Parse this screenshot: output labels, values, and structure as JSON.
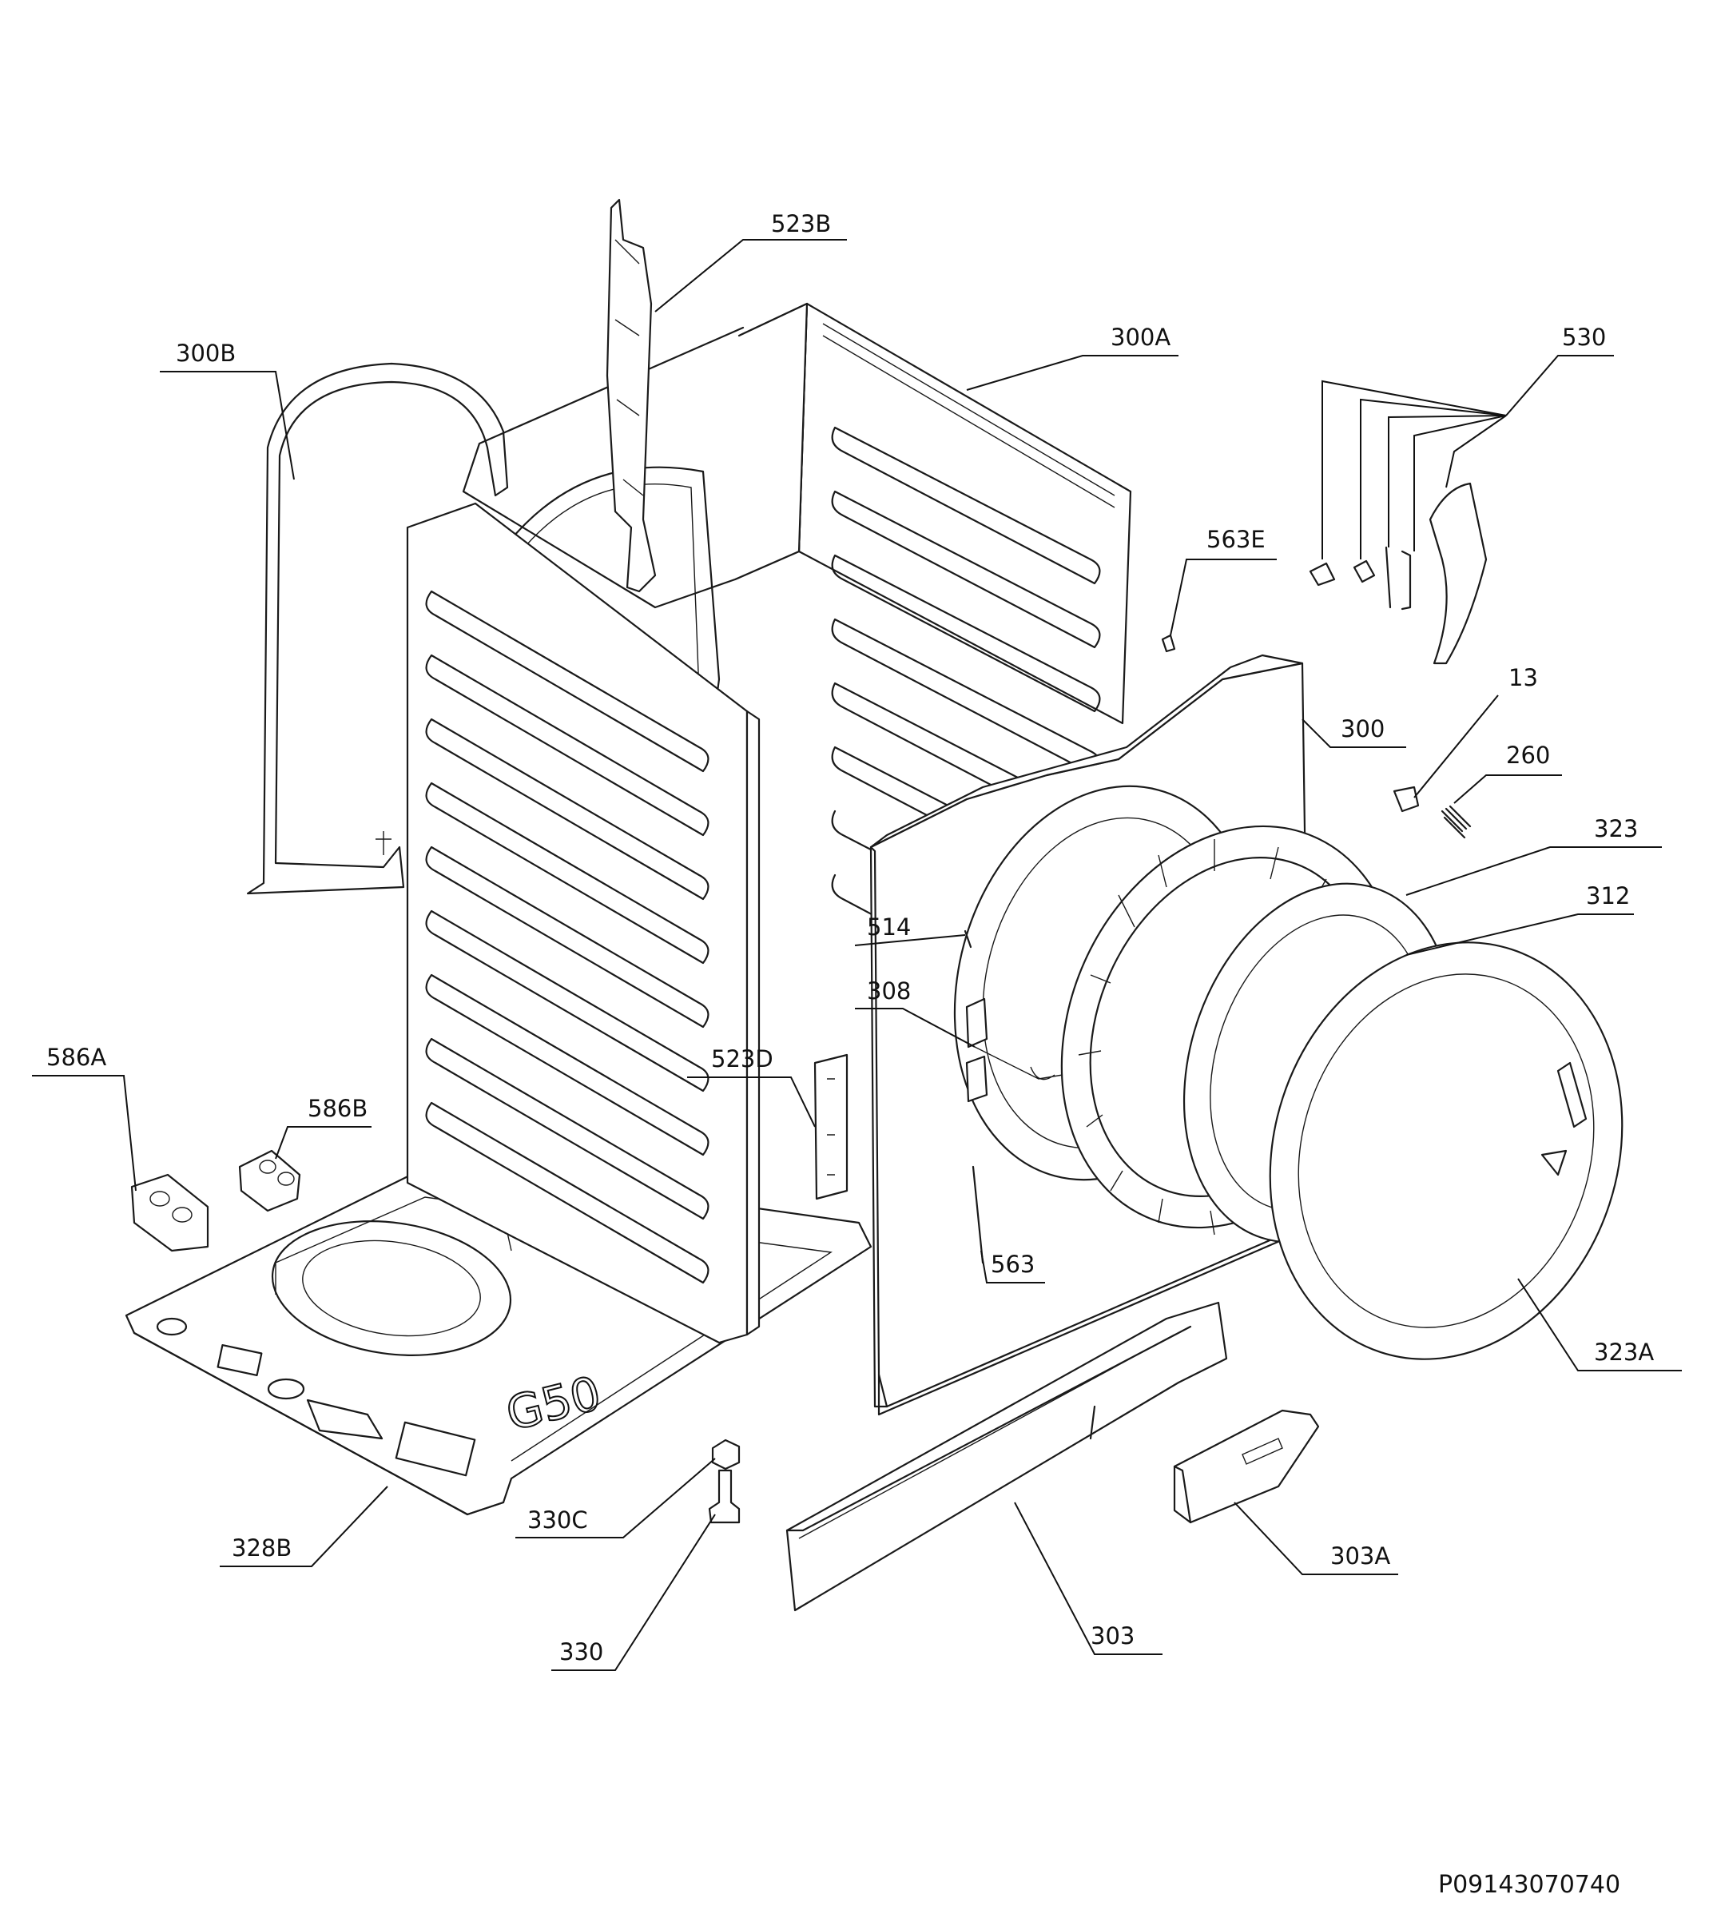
{
  "diagram": {
    "drawing_code": "P09143070740",
    "panel_marking": "G50",
    "callouts": [
      {
        "id": "523b",
        "label": "523B"
      },
      {
        "id": "300b",
        "label": "300B"
      },
      {
        "id": "300a",
        "label": "300A"
      },
      {
        "id": "530",
        "label": "530"
      },
      {
        "id": "563e",
        "label": "563E"
      },
      {
        "id": "13",
        "label": "13"
      },
      {
        "id": "300",
        "label": "300"
      },
      {
        "id": "260",
        "label": "260"
      },
      {
        "id": "323",
        "label": "323"
      },
      {
        "id": "312",
        "label": "312"
      },
      {
        "id": "514",
        "label": "514"
      },
      {
        "id": "308",
        "label": "308"
      },
      {
        "id": "586a",
        "label": "586A"
      },
      {
        "id": "523d",
        "label": "523D"
      },
      {
        "id": "586b",
        "label": "586B"
      },
      {
        "id": "563",
        "label": "563"
      },
      {
        "id": "323a",
        "label": "323A"
      },
      {
        "id": "330c",
        "label": "330C"
      },
      {
        "id": "303a",
        "label": "303A"
      },
      {
        "id": "328b",
        "label": "328B"
      },
      {
        "id": "330",
        "label": "330"
      },
      {
        "id": "303",
        "label": "303"
      }
    ]
  }
}
